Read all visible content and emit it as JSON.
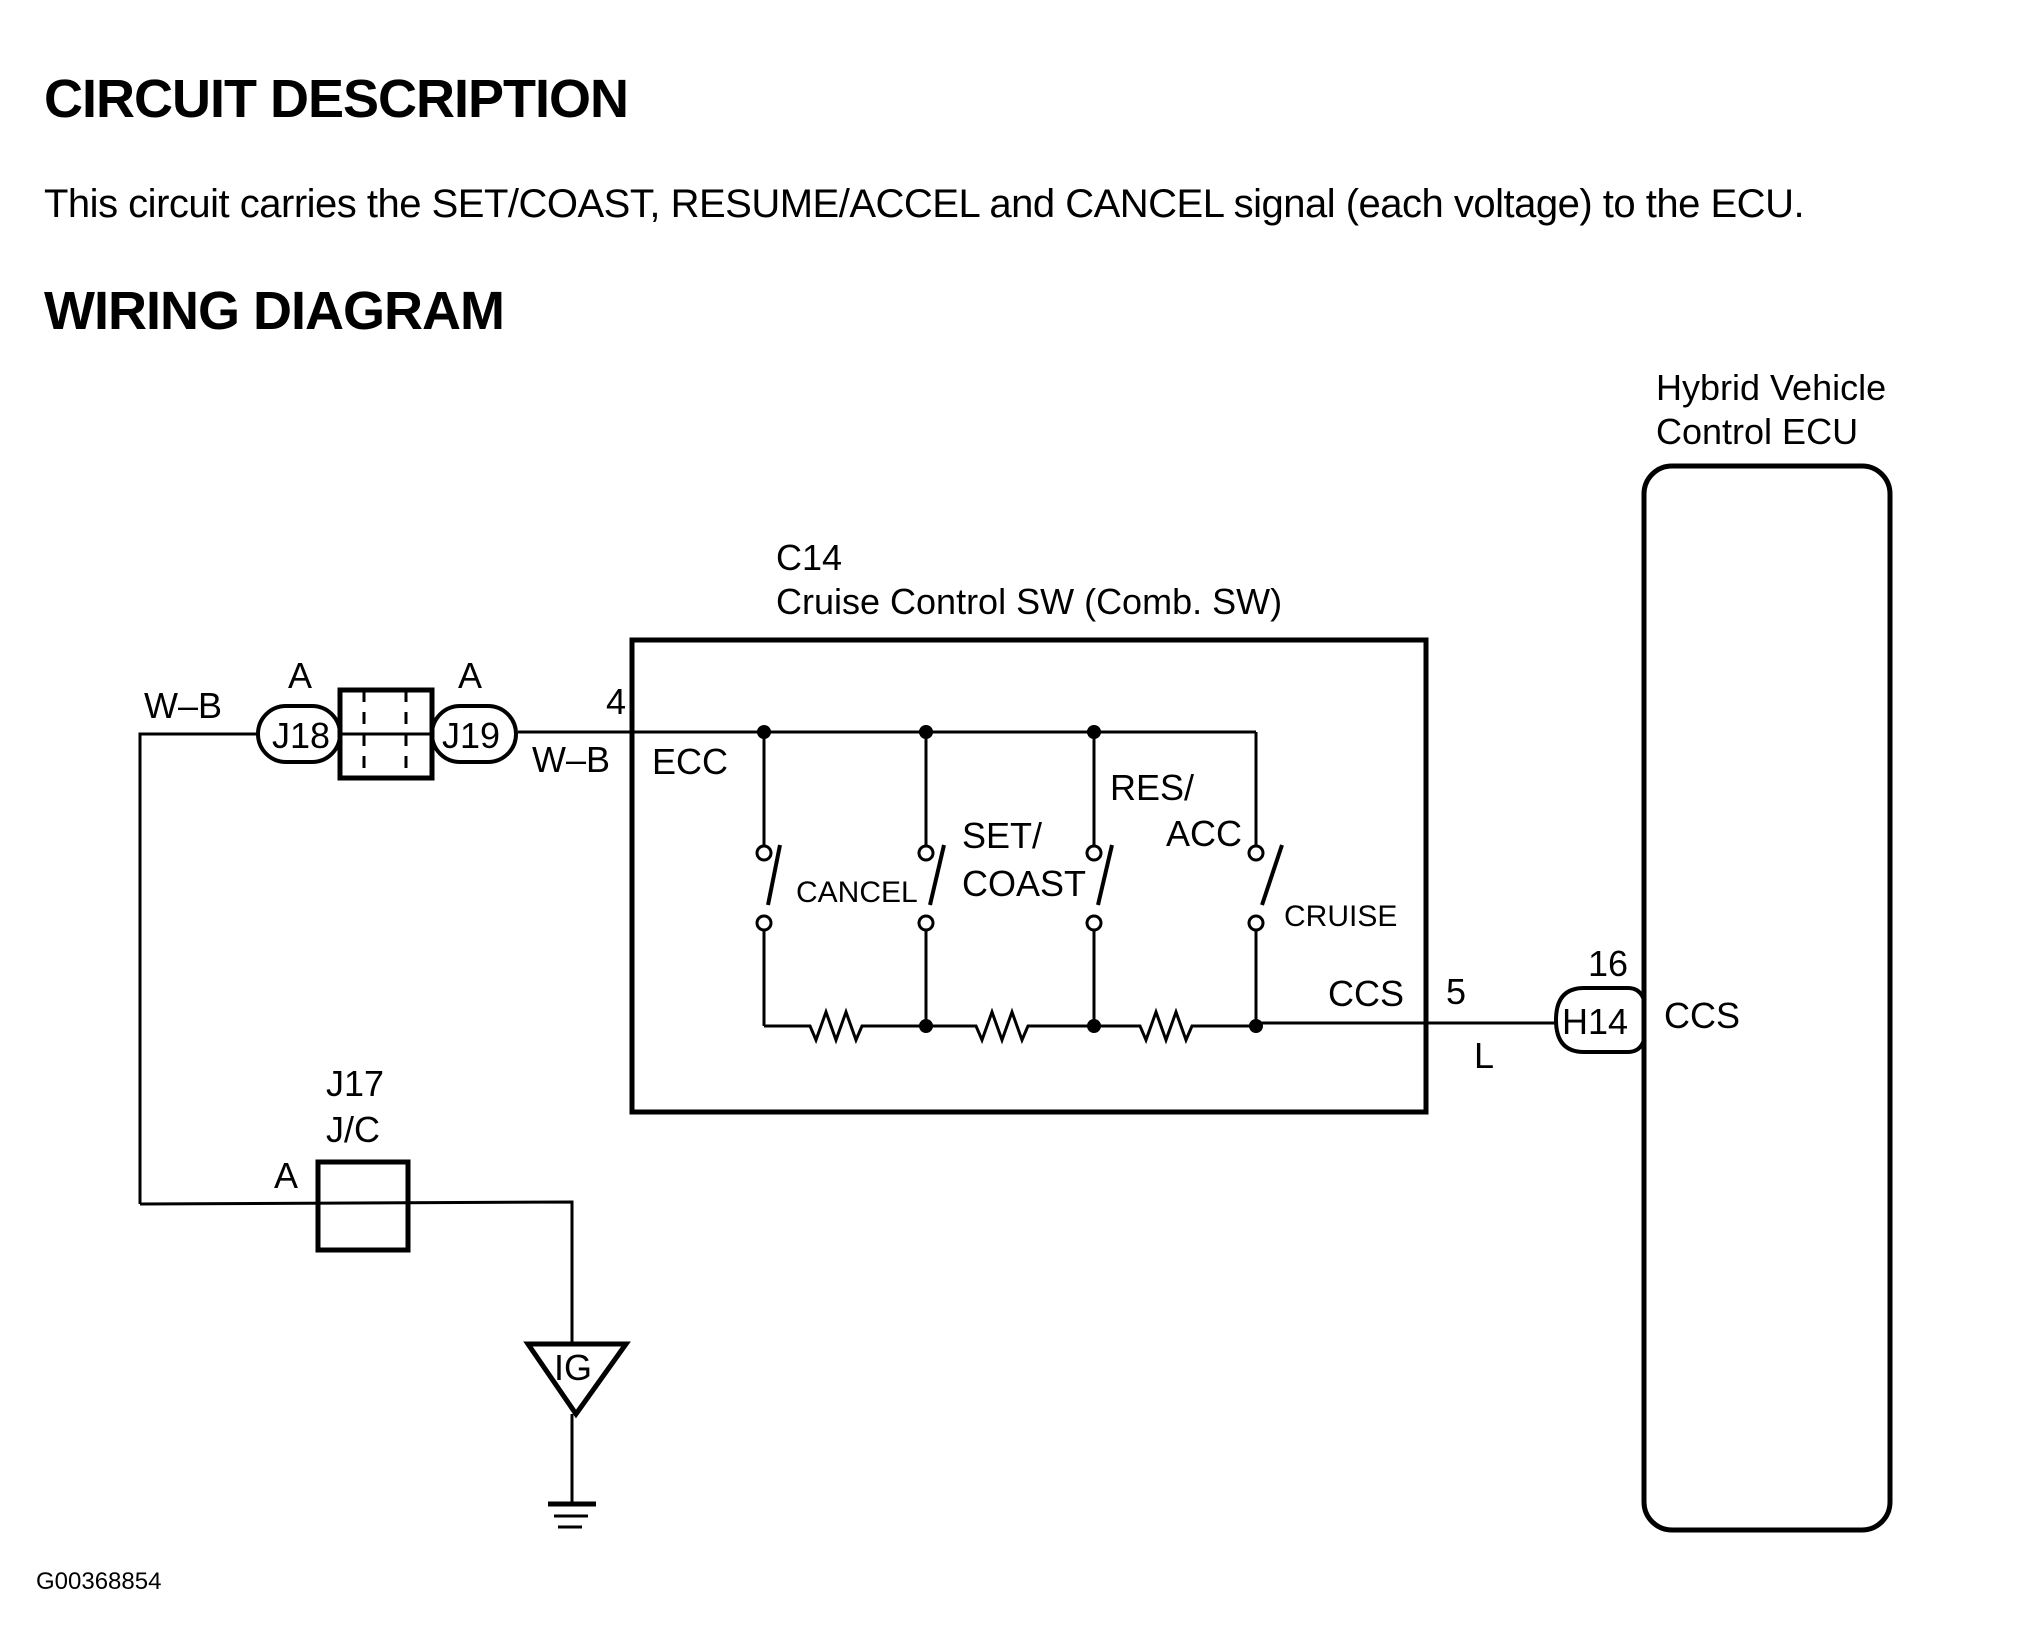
{
  "headings": {
    "circuit_description": "CIRCUIT DESCRIPTION",
    "wiring_diagram": "WIRING DIAGRAM"
  },
  "description": "This circuit carries the SET/COAST, RESUME/ACCEL and CANCEL signal (each voltage) to the ECU.",
  "figure_code": "G00368854",
  "diagram": {
    "left_wire_color": "W–B",
    "junction_j18": {
      "label": "J18",
      "pin": "A"
    },
    "junction_j19": {
      "label": "J19",
      "pin": "A"
    },
    "j19_wire_color": "W–B",
    "switch_component": {
      "connector": "C14",
      "name": "Cruise Control SW (Comb. SW)",
      "input_pin": "4",
      "input_terminal": "ECC",
      "output_pin": "5",
      "output_terminal": "CCS",
      "switches": [
        "CANCEL",
        "SET/",
        "COAST",
        "RES/",
        "ACC",
        "CRUISE"
      ]
    },
    "output_wire_color": "L",
    "ecu": {
      "title_line1": "Hybrid Vehicle",
      "title_line2": "Control ECU",
      "connector": "H14",
      "pin": "16",
      "terminal": "CCS"
    },
    "junction_block": {
      "connector": "J17",
      "name": "J/C",
      "pin": "A"
    },
    "power_source": "IG"
  }
}
